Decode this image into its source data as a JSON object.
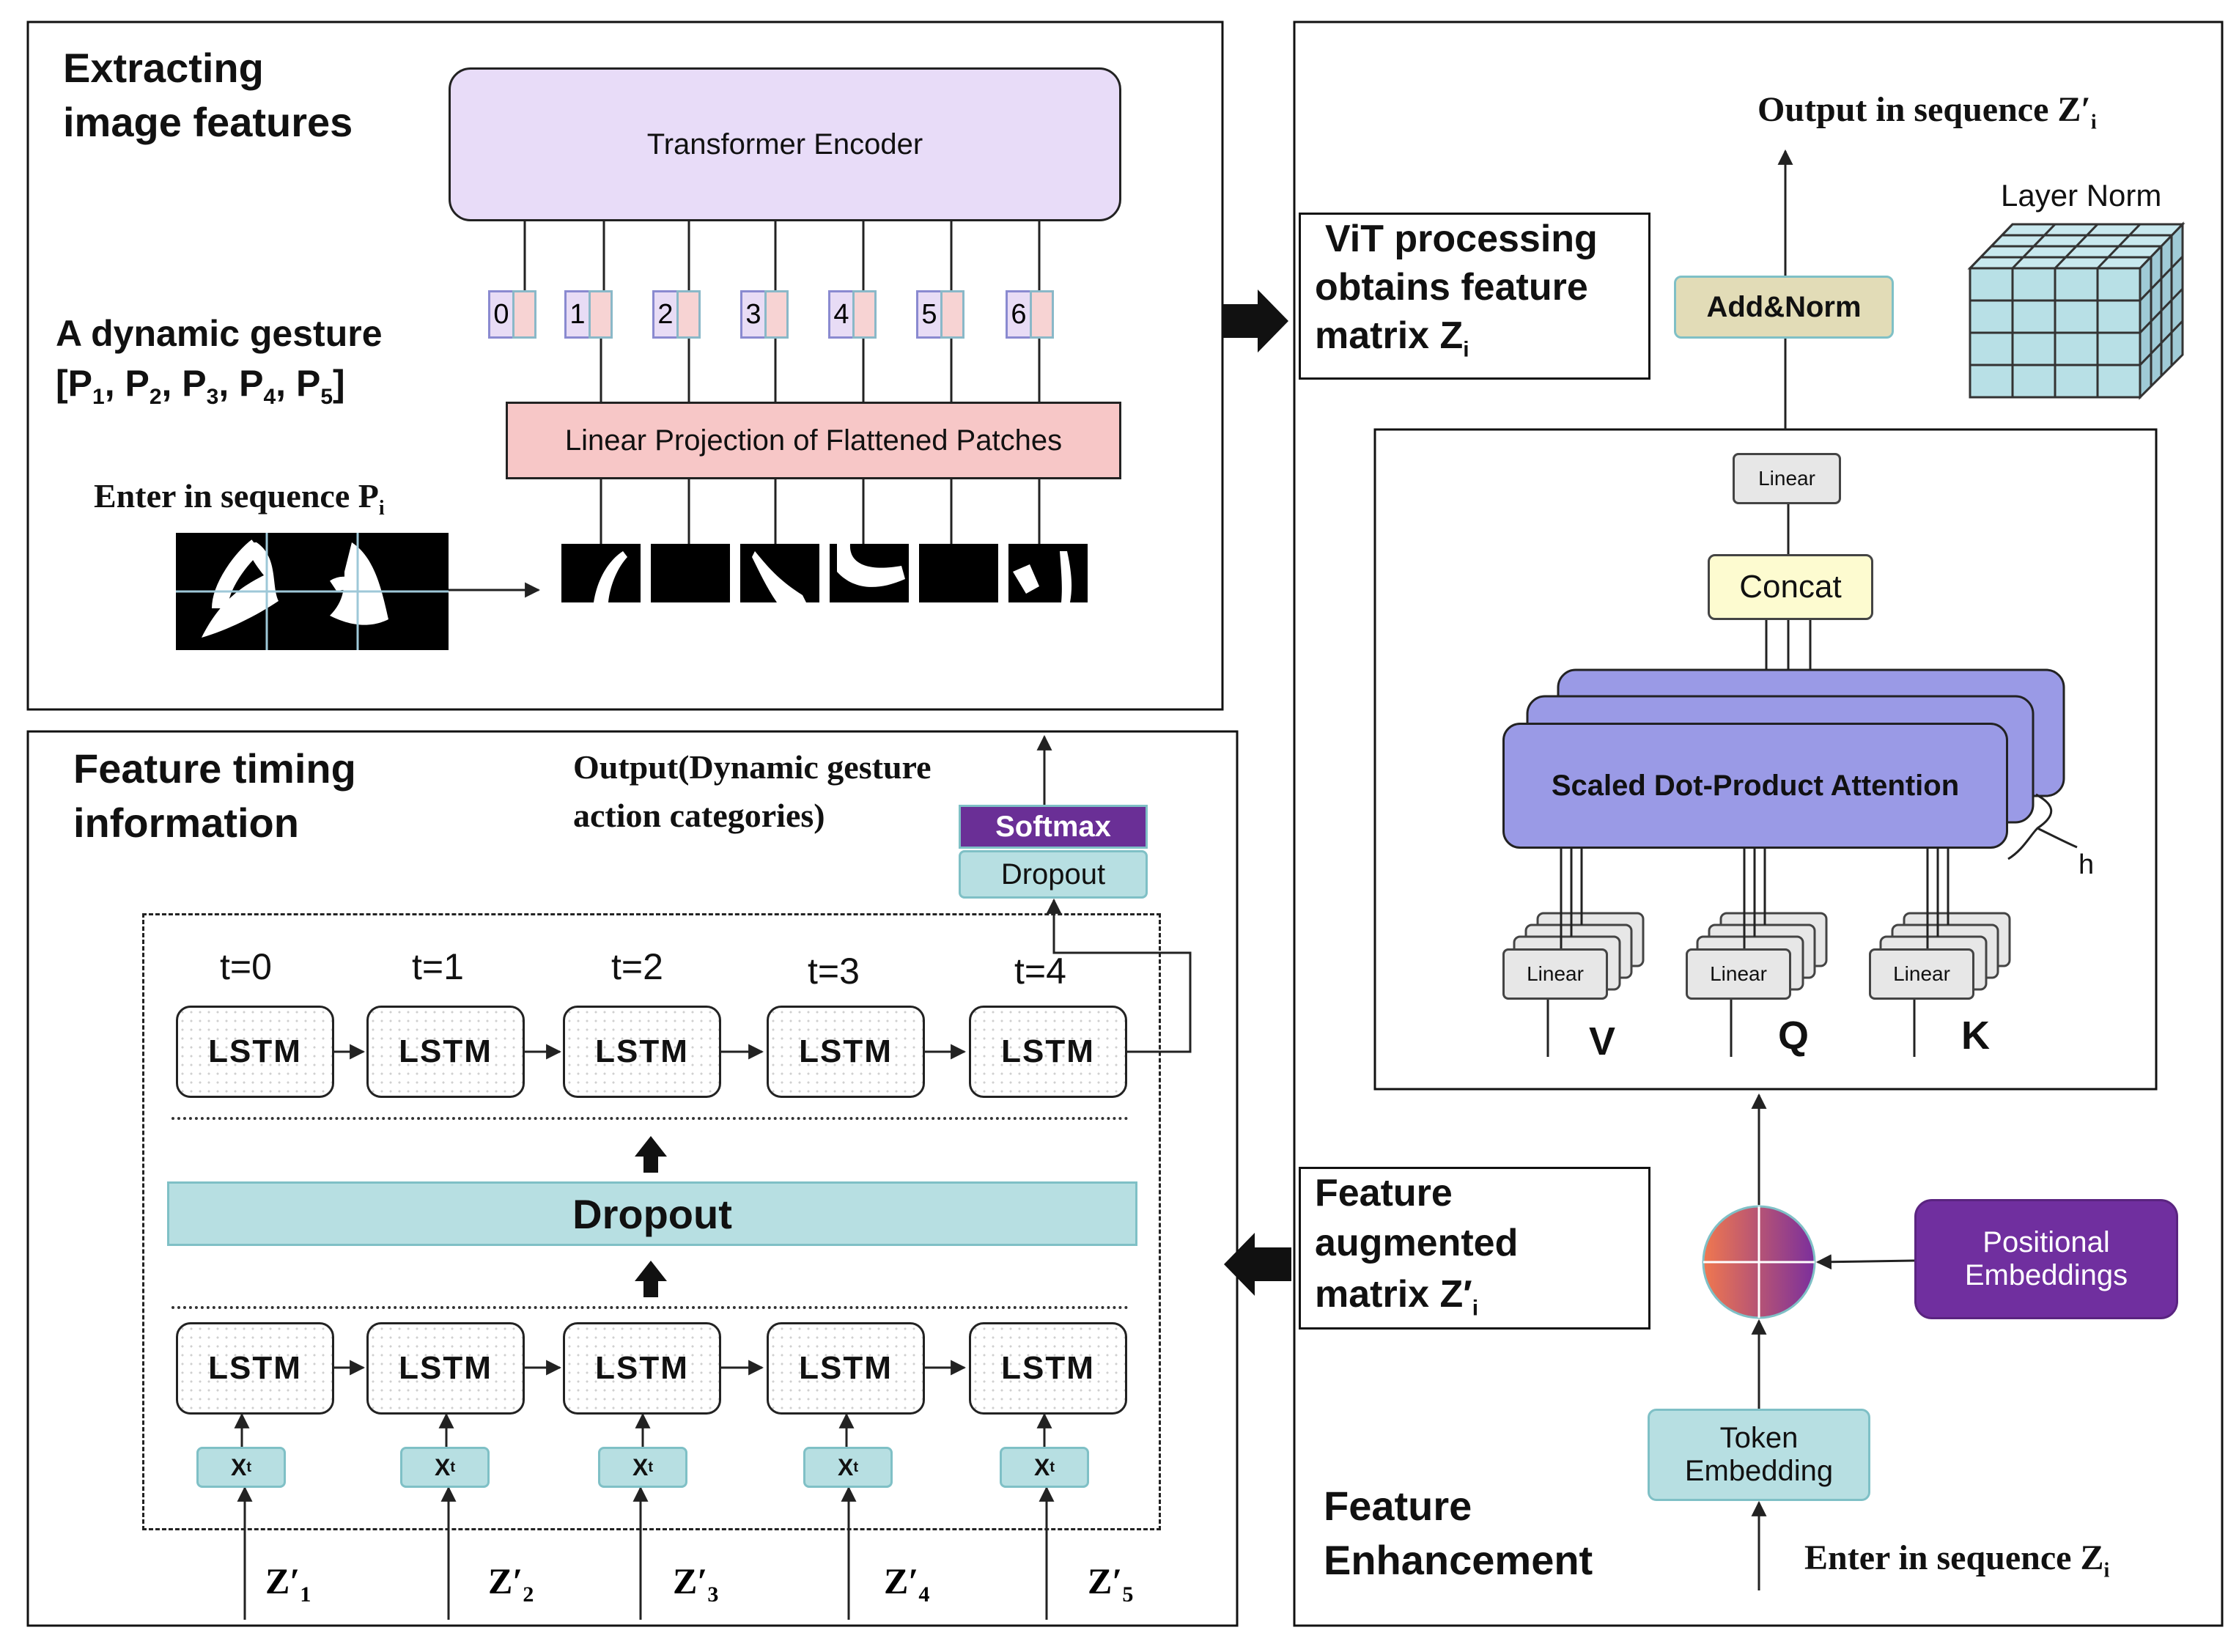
{
  "panels": {
    "extract": {
      "title_line1": "Extracting",
      "title_line2": "image features",
      "transformer_encoder": "Transformer Encoder",
      "tokens": [
        "0",
        "1",
        "2",
        "3",
        "4",
        "5",
        "6"
      ],
      "linear_projection": "Linear Projection of Flattened Patches",
      "gesture_line1": "A dynamic gesture",
      "gesture_line2_parts": [
        "[P",
        "1",
        ", P",
        "2",
        ", P",
        "3",
        ", P",
        "4",
        ", P",
        "5",
        "]"
      ],
      "enter_label": "Enter in sequence P",
      "enter_sub": "i"
    },
    "timing": {
      "title_line1": "Feature timing",
      "title_line2": "information",
      "output_line1": "Output(Dynamic gesture",
      "output_line2": "action categories)",
      "softmax": "Softmax",
      "dropout_small": "Dropout",
      "dropout_big": "Dropout",
      "time_steps": [
        "t=0",
        "t=1",
        "t=2",
        "t=3",
        "t=4"
      ],
      "lstm_label": "LSTM",
      "xt_label": "X",
      "xt_sub": "t",
      "z_inputs": [
        {
          "base": "Z′",
          "sub": "1"
        },
        {
          "base": "Z′",
          "sub": "2"
        },
        {
          "base": "Z′",
          "sub": "3"
        },
        {
          "base": "Z′",
          "sub": "4"
        },
        {
          "base": "Z′",
          "sub": "5"
        }
      ]
    },
    "enhance": {
      "output_label": "Output in sequence Z′",
      "output_sub": "i",
      "layer_norm": "Layer Norm",
      "vit_line1": "ViT processing",
      "vit_line2": "obtains feature",
      "vit_line3": "matrix Z",
      "vit_sub": "i",
      "add_norm": "Add&Norm",
      "linear_top": "Linear",
      "concat": "Concat",
      "sdpa": "Scaled Dot-Product Attention",
      "h_label": "h",
      "linear_small": "Linear",
      "qkv": [
        "V",
        "Q",
        "K"
      ],
      "aug_line1": "Feature",
      "aug_line2": "augmented",
      "aug_line3": "matrix Z′",
      "aug_sub": "i",
      "positional_line1": "Positional",
      "positional_line2": "Embeddings",
      "token_line1": "Token",
      "token_line2": "Embedding",
      "title_line1": "Feature",
      "title_line2": "Enhancement",
      "enter_label": "Enter in sequence Z",
      "enter_sub": "i"
    }
  },
  "colors": {
    "encoder_fill": "#e8dcf8",
    "projection_fill": "#f7c7c7",
    "teal_fill": "#b7dfe2",
    "softmax_fill": "#6a2f96",
    "attention_fill": "#9a9ae6",
    "concat_fill": "#fdfbd0",
    "addnorm_fill": "#e2dcb7",
    "positional_fill": "#702f9f"
  }
}
